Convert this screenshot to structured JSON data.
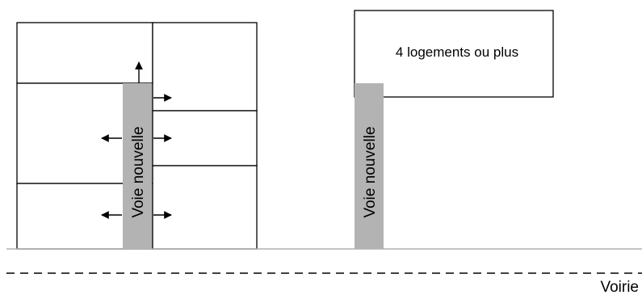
{
  "labels": {
    "new_road_left": "Voie nouvelle",
    "new_road_right": "Voie nouvelle",
    "building_box": "4 logements ou plus",
    "street": "Voirie"
  },
  "colors": {
    "road_fill": "#b3b3b3",
    "outline": "#000000",
    "ground_line": "#b0b0b0"
  }
}
